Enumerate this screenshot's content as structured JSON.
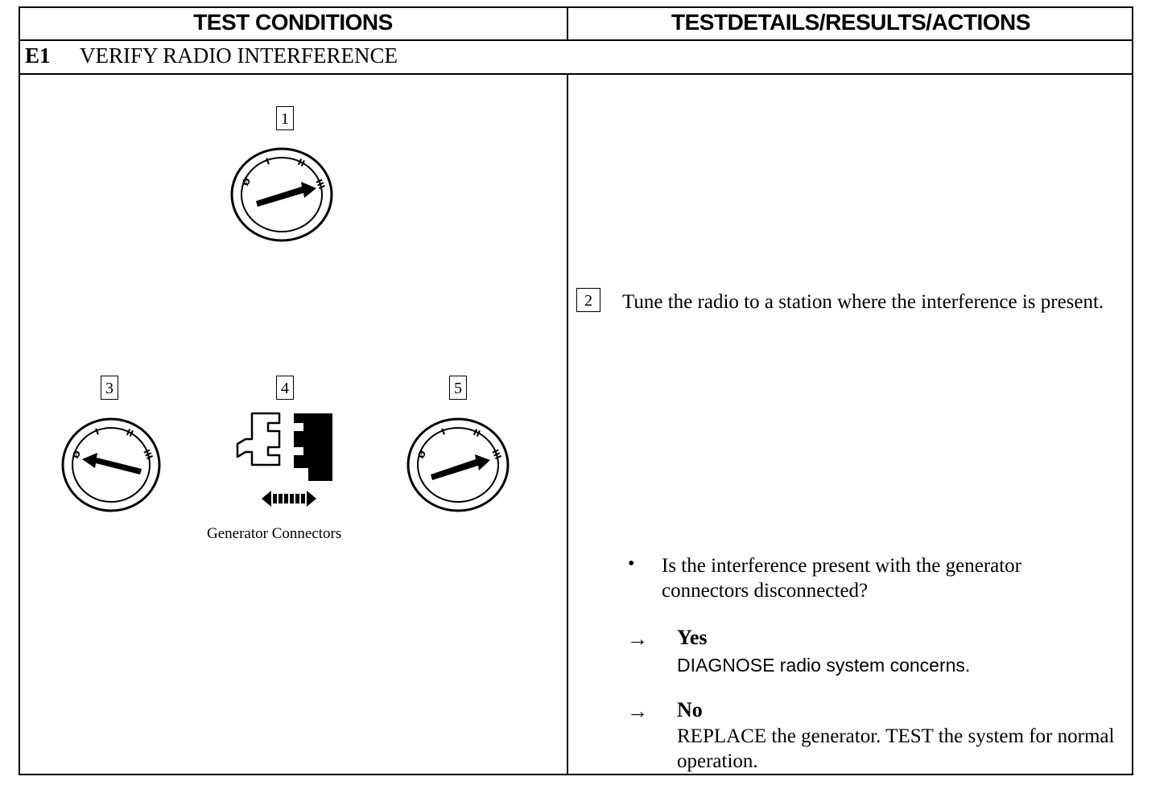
{
  "header": {
    "left": "TEST CONDITIONS",
    "right": "TESTDETAILS/RESULTS/ACTIONS"
  },
  "test": {
    "id": "E1",
    "title": "VERIFY RADIO INTERFERENCE"
  },
  "steps": {
    "s1": "1",
    "s2": "2",
    "s3": "3",
    "s4": "4",
    "s5": "5"
  },
  "dial_labels": {
    "off": "Ø",
    "one": "I",
    "two": "II",
    "three": "III"
  },
  "illustration_caption": "Generator Connectors",
  "details": {
    "step2_text": "Tune the radio to a station where the interference is present.",
    "bullet": "•",
    "question": "Is the interference present with the generator connectors disconnected?",
    "arrow_symbol": "→",
    "yes_label": "Yes",
    "yes_action": "DIAGNOSE radio system concerns.",
    "no_label": "No",
    "no_action": "REPLACE the generator. TEST the system for normal operation."
  },
  "colors": {
    "ink": "#000000",
    "paper": "#ffffff"
  }
}
